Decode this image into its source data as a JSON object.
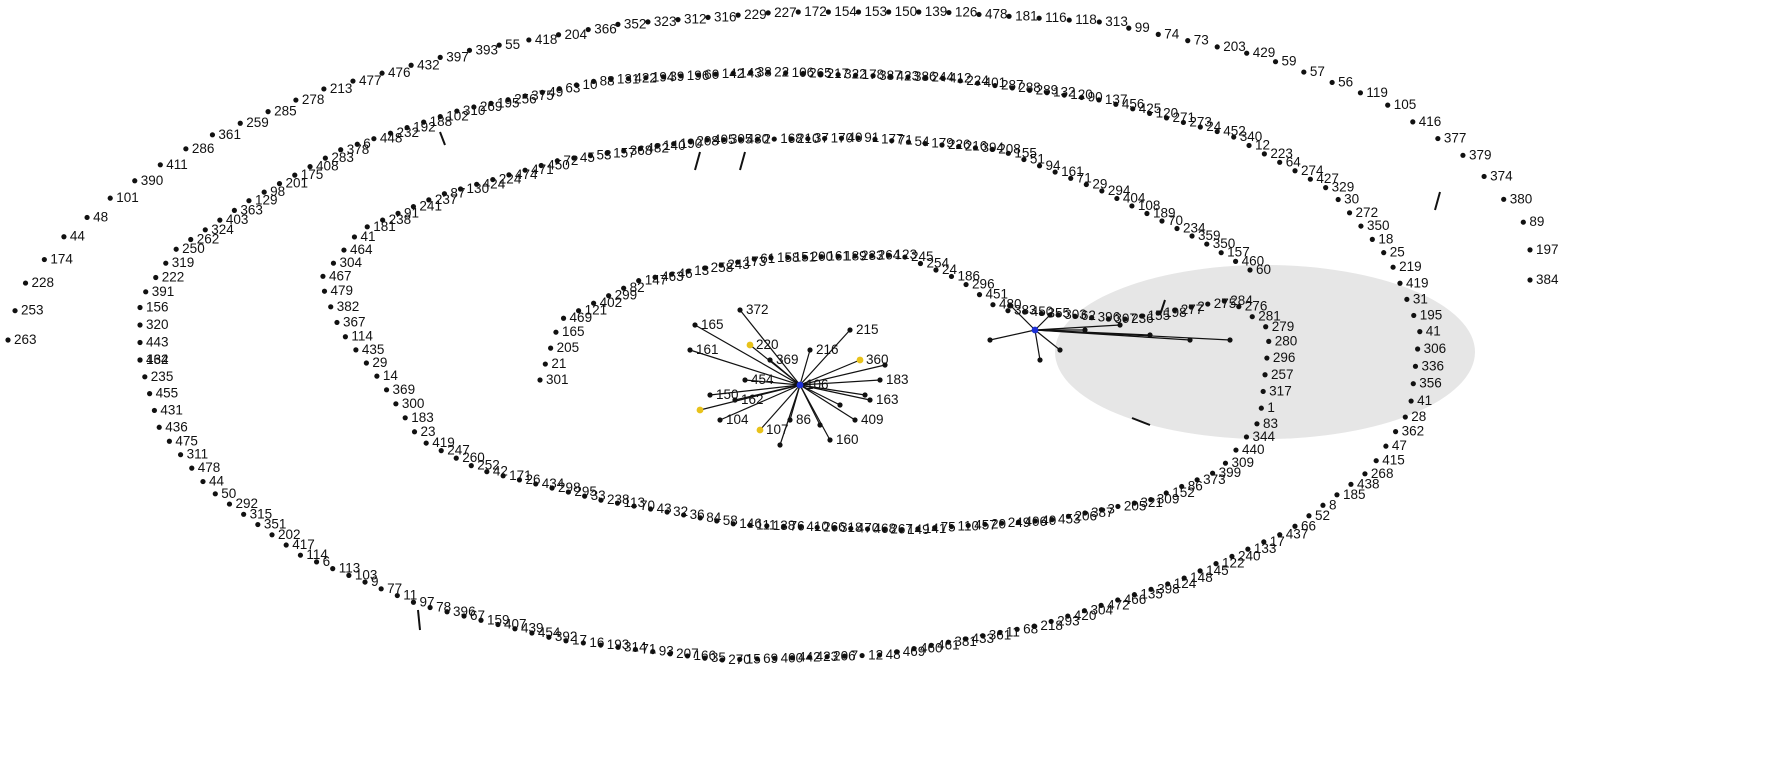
{
  "network": {
    "node_labels": [
      "263",
      "253",
      "228",
      "174",
      "44",
      "48",
      "101",
      "390",
      "411",
      "286",
      "361",
      "259",
      "285",
      "278",
      "213",
      "477",
      "476",
      "432",
      "397",
      "393",
      "55",
      "418",
      "204",
      "366",
      "352",
      "323",
      "312",
      "316",
      "229",
      "227",
      "172",
      "154",
      "153",
      "150",
      "139",
      "126",
      "478",
      "181",
      "116",
      "118",
      "313",
      "99",
      "74",
      "73",
      "203",
      "429",
      "59",
      "57",
      "56",
      "119",
      "105",
      "416",
      "377",
      "379",
      "374",
      "380",
      "89",
      "197",
      "384",
      "134",
      "443",
      "320",
      "156",
      "391",
      "222",
      "319",
      "250",
      "262",
      "324",
      "403",
      "363",
      "129",
      "98",
      "201",
      "175",
      "408",
      "283",
      "378",
      "6",
      "448",
      "232",
      "192",
      "188",
      "102",
      "310",
      "269",
      "195",
      "256",
      "375",
      "49",
      "63",
      "10",
      "88",
      "131",
      "422",
      "194",
      "39",
      "196",
      "60",
      "142",
      "143",
      "38",
      "22",
      "106",
      "265",
      "217",
      "322",
      "178",
      "387",
      "423",
      "386",
      "244",
      "412",
      "224",
      "401",
      "287",
      "288",
      "289",
      "132",
      "120",
      "90",
      "137",
      "456",
      "425",
      "120",
      "271",
      "273",
      "24",
      "452",
      "340",
      "12",
      "223",
      "64",
      "274",
      "427",
      "329",
      "30",
      "272",
      "350",
      "18",
      "25",
      "219",
      "419",
      "31",
      "195",
      "41",
      "306",
      "336",
      "356",
      "41",
      "28",
      "362",
      "47",
      "415",
      "268",
      "438",
      "185",
      "8",
      "52",
      "66",
      "437",
      "17",
      "133",
      "240",
      "122",
      "145",
      "148",
      "124",
      "398",
      "135",
      "466",
      "472",
      "304",
      "420",
      "293",
      "218",
      "68",
      "11",
      "361",
      "433",
      "381",
      "461",
      "460",
      "469",
      "48",
      "12",
      "7",
      "206",
      "423",
      "442",
      "400",
      "69",
      "15",
      "270",
      "35",
      "166",
      "207",
      "93",
      "71",
      "314",
      "193",
      "16",
      "17",
      "392",
      "454",
      "439",
      "407",
      "159",
      "67",
      "396",
      "78",
      "97",
      "11",
      "77",
      "9",
      "103",
      "113",
      "6",
      "114",
      "417",
      "202",
      "351",
      "315",
      "292",
      "50",
      "44",
      "478",
      "311",
      "475",
      "436",
      "431",
      "455",
      "235",
      "462",
      "301",
      "21",
      "205",
      "165",
      "469",
      "121",
      "402",
      "299",
      "82",
      "147",
      "463",
      "46",
      "13",
      "258",
      "243",
      "173",
      "61",
      "158",
      "151",
      "200",
      "161",
      "189",
      "233",
      "264",
      "123",
      "245",
      "254",
      "24",
      "186",
      "296",
      "451",
      "480",
      "383",
      "450",
      "355",
      "303",
      "62",
      "396",
      "307",
      "236",
      "155",
      "198",
      "277",
      "2",
      "275",
      "284",
      "276",
      "281",
      "279",
      "280",
      "296",
      "257",
      "317",
      "1",
      "83",
      "344",
      "440",
      "309",
      "399",
      "373",
      "86",
      "152",
      "309",
      "321",
      "205",
      "3",
      "387",
      "206",
      "453",
      "40",
      "406",
      "249",
      "20",
      "457",
      "110",
      "75",
      "141",
      "149",
      "267",
      "468",
      "470",
      "318",
      "266",
      "410",
      "76",
      "138",
      "111",
      "146",
      "58",
      "84",
      "36",
      "32",
      "43",
      "70",
      "113",
      "238",
      "33",
      "295",
      "298",
      "434",
      "26",
      "171",
      "42",
      "252",
      "260",
      "247",
      "419",
      "23",
      "183",
      "300",
      "369",
      "14",
      "29",
      "435",
      "114",
      "367",
      "382",
      "479",
      "467",
      "304",
      "464",
      "41",
      "181",
      "238",
      "91",
      "241",
      "237",
      "87",
      "130",
      "424",
      "224",
      "474",
      "471",
      "450",
      "72",
      "45",
      "53",
      "157",
      "368",
      "482",
      "140",
      "190",
      "208",
      "405",
      "305",
      "430",
      "2",
      "168",
      "210",
      "37",
      "170",
      "40",
      "91",
      "177",
      "71",
      "54",
      "179",
      "226",
      "216",
      "394",
      "208",
      "155",
      "51",
      "94",
      "161",
      "71",
      "29",
      "294",
      "404",
      "108",
      "189",
      "70",
      "234",
      "359",
      "350",
      "157",
      "460",
      "60",
      "106",
      "220",
      "372",
      "165",
      "161",
      "162",
      "104",
      "107",
      "86",
      "160",
      "409",
      "163",
      "183",
      "360",
      "215",
      "216",
      "369",
      "454",
      "150"
    ],
    "hub_colors": {
      "blue": "#1c2fd6",
      "yellow": "#e8c21a"
    },
    "highlight_color": "#e6e6e6"
  }
}
